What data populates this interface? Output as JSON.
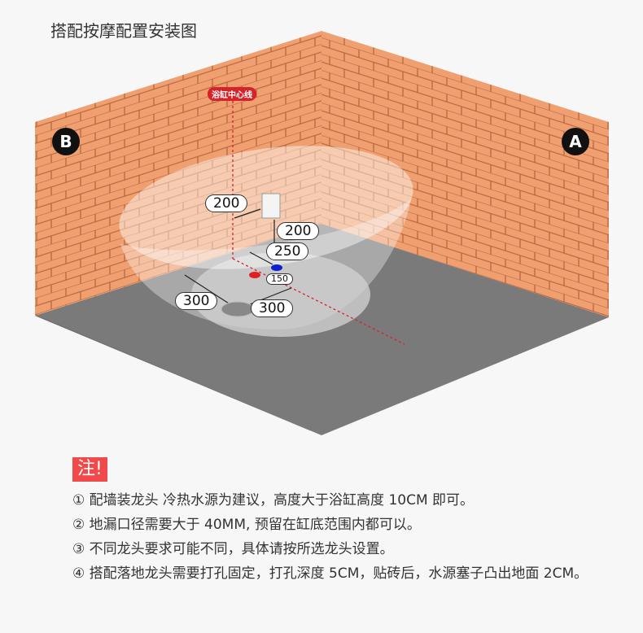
{
  "title": "搭配按摩配置安装图",
  "diagram": {
    "centerline_label": "浴缸中心线",
    "badge_left": "B",
    "badge_right": "A",
    "dimensions": {
      "socket_horizontal": "200",
      "socket_vertical": "200",
      "faucet_to_wall": "250",
      "hot_cold_spacing": "150",
      "drain_left": "300",
      "drain_right": "300"
    },
    "colors": {
      "brick": "#f0a070",
      "mortar": "#c97a4e",
      "floor": "#7a7a7a",
      "hot": "#e02020",
      "cold": "#1020d0",
      "centerline": "#d6232a"
    }
  },
  "notes": {
    "tag": "注!",
    "items": [
      "① 配墙装龙头 冷热水源为建议，高度大于浴缸高度 10CM 即可。",
      "② 地漏口径需要大于 40MM, 预留在缸底范围内都可以。",
      "③ 不同龙头要求可能不同，具体请按所选龙头设置。",
      "④ 搭配落地龙头需要打孔固定，打孔深度 5CM，贴砖后，水源塞子凸出地面 2CM。"
    ]
  }
}
